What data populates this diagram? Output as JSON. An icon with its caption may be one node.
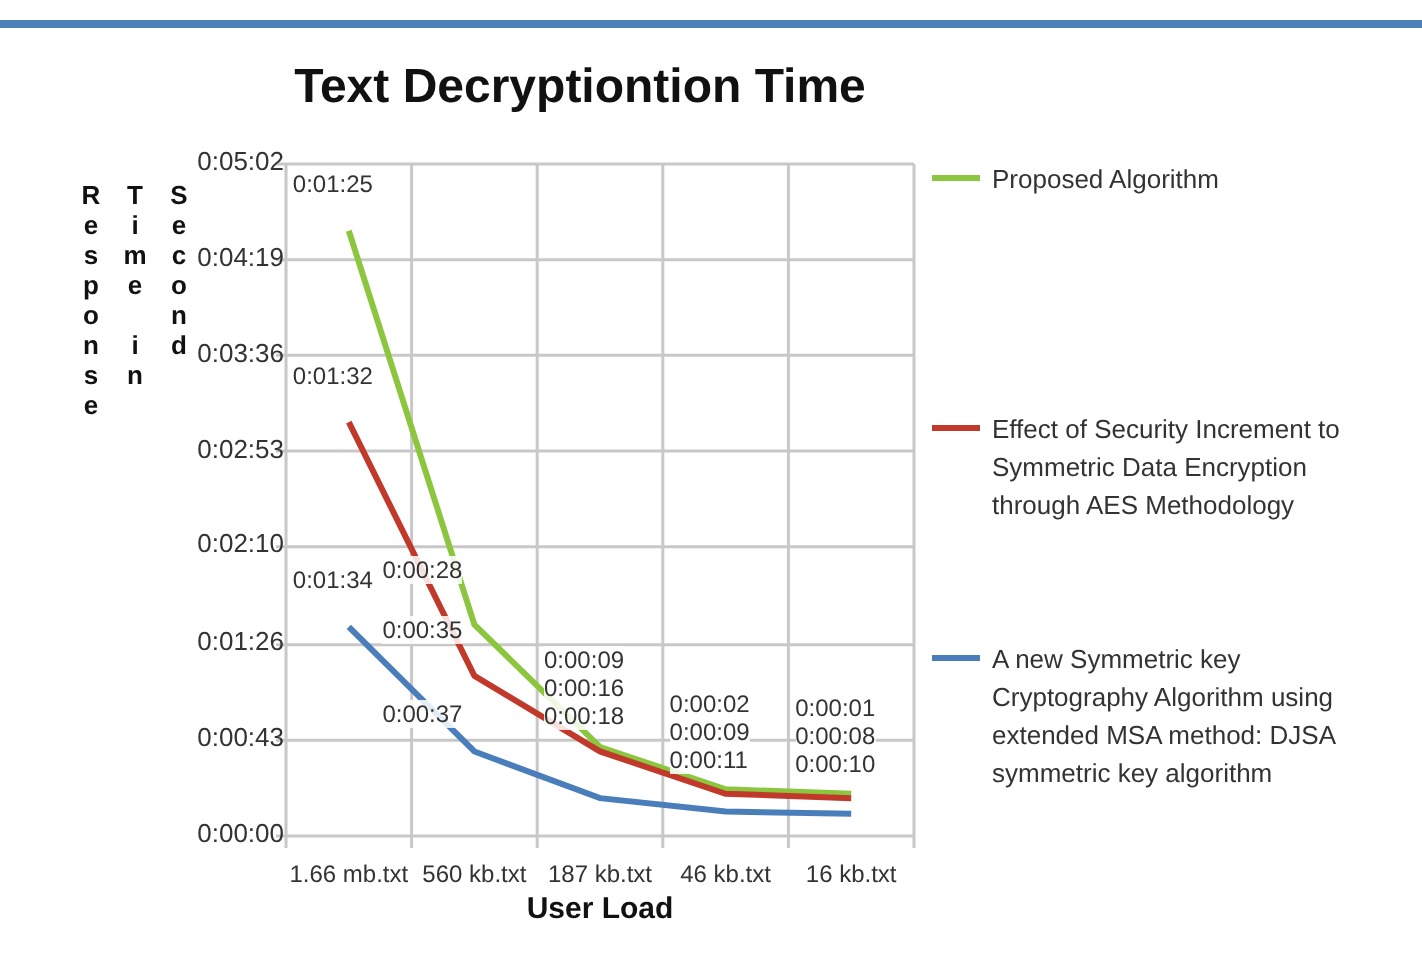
{
  "diagram": {
    "title": "Text Decryptiontion Time",
    "chart_data": {
      "type": "line",
      "grid": true,
      "legend": true,
      "xlabel": "User Load",
      "ylabel": "Response Time in Second",
      "categories": [
        "1.66 mb.txt",
        "560 kb.txt",
        "187 kb.txt",
        "46 kb.txt",
        "16 kb.txt"
      ],
      "series": [
        {
          "name": "Proposed Algorithm",
          "color": "#8cc63f",
          "values": [
            272,
            95,
            40,
            21,
            19
          ]
        },
        {
          "name": "Effect of Security Increment to Symmetric Data Encryption through AES Methodology",
          "color": "#c0392b",
          "values": [
            186,
            72,
            38,
            19,
            17
          ]
        },
        {
          "name": "A new Symmetric key Cryptography Algorithm using extended MSA method: DJSA symmetric key algorithm",
          "color": "#4a7ebb",
          "values": [
            94,
            38,
            17,
            11,
            10
          ]
        }
      ],
      "ylim": [
        0,
        302
      ],
      "yticks": [
        {
          "value": 0,
          "label": "0:00:00"
        },
        {
          "value": 43,
          "label": "0:00:43"
        },
        {
          "value": 86,
          "label": "0:01:26"
        },
        {
          "value": 130,
          "label": "0:02:10"
        },
        {
          "value": 173,
          "label": "0:02:53"
        },
        {
          "value": 216,
          "label": "0:03:36"
        },
        {
          "value": 259,
          "label": "0:04:19"
        },
        {
          "value": 302,
          "label": "0:05:02"
        }
      ],
      "value_labels": [
        [
          "0:01:25",
          "0:00:28",
          "0:00:09",
          "0:00:02",
          "0:00:01"
        ],
        [
          "0:01:32",
          "0:00:35",
          "0:00:16",
          "0:00:09",
          "0:00:08"
        ],
        [
          "0:01:34",
          "0:00:37",
          "0:00:18",
          "0:00:11",
          "0:00:10"
        ]
      ]
    }
  }
}
